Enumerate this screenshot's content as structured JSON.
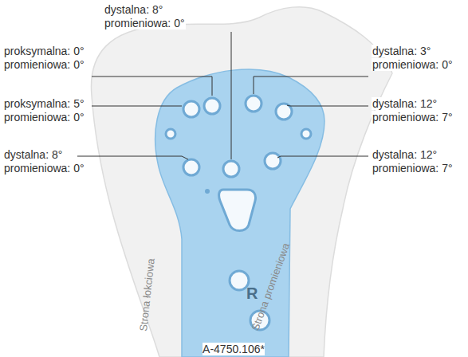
{
  "diagram": {
    "caption": "A-4750.106*",
    "labels": [
      "dystalna: 8°",
      "promieniowa: 0°",
      "proksymalna: 0°",
      "promieniowa: 0°",
      "proksymalna: 5°",
      "promieniowa: 0°",
      "dystalna: 8°",
      "promieniowa: 0°",
      "dystalna: 3°",
      "promieniowa: 0°",
      "dystalna: 12°",
      "promieniowa: 7°",
      "dystalna: 12°",
      "promieniowa: 7°",
      "Strona łokciowa",
      "Strona promieniowa",
      "R"
    ]
  }
}
